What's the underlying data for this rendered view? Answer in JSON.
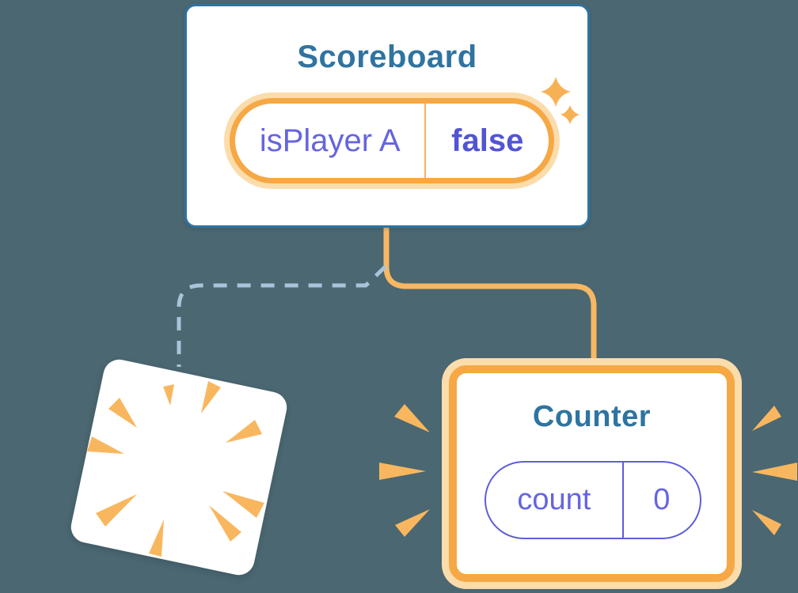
{
  "diagram": {
    "description": "React component tree state diagram",
    "scoreboard": {
      "title": "Scoreboard",
      "state": {
        "key": "isPlayer A",
        "value": "false"
      }
    },
    "counter": {
      "title": "Counter",
      "state": {
        "key": "count",
        "value": "0"
      }
    },
    "destroyed_component": {
      "icon": "poof-burst-icon"
    },
    "decorations": {
      "sparkles": "sparkles-icon",
      "emphasis_rays": "emphasis-rays-icon"
    },
    "colors": {
      "background": "#4B6771",
      "card_blue_border": "#2F74A0",
      "title_blue": "#2F74A0",
      "orange_border": "#F6A845",
      "orange_halo": "#FBDCAB",
      "orange_connector": "#F8B763",
      "orange_rays": "#F8B75F",
      "orange_sparkle": "#F7B155",
      "purple_text": "#6565DF",
      "purple_value_bold": "#5254D4",
      "purple_pill_border": "#5E5EDB",
      "dashed_line_blue": "#A8C3DA"
    }
  }
}
